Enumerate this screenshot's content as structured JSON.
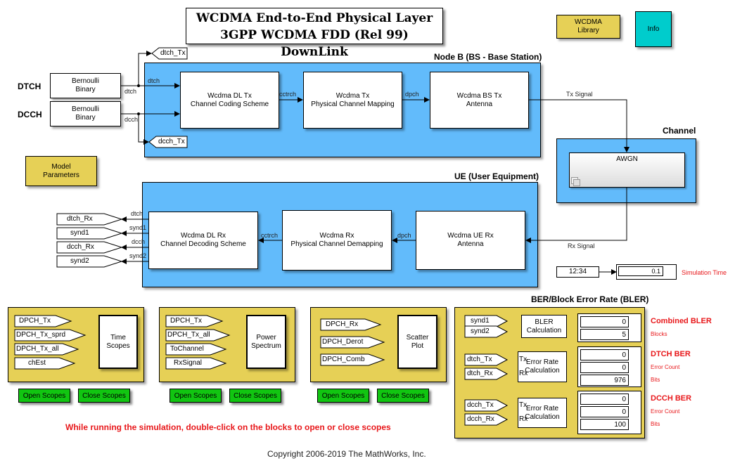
{
  "title": {
    "line1": "WCDMA End-to-End Physical Layer",
    "line2": "3GPP WCDMA FDD (Rel 99) DownLink"
  },
  "buttons": {
    "library": "WCDMA\nLibrary",
    "info": "Info",
    "model_params": "Model\nParameters"
  },
  "sources": {
    "dtch_label": "DTCH",
    "dcch_label": "DCCH",
    "dtch_block": "Bernoulli\nBinary",
    "dcch_block": "Bernoulli\nBinary",
    "dtch_sig": "dtch",
    "dcch_sig": "dcch"
  },
  "node_b": {
    "label": "Node B (BS - Base Station)",
    "in_dtch": "dtch",
    "tag_dtch_tx": "dtch_Tx",
    "tag_dcch_tx": "dcch_Tx",
    "block1": "Wcdma DL Tx\nChannel Coding Scheme",
    "block2": "Wcdma Tx\nPhysical Channel Mapping",
    "block3": "Wcdma BS Tx\nAntenna",
    "sig1": "cctrch",
    "sig2": "dpch",
    "tx_signal": "Tx Signal"
  },
  "channel": {
    "label": "Channel",
    "block": "AWGN",
    "rx_signal": "Rx Signal"
  },
  "ue": {
    "label": "UE (User Equipment)",
    "block1": "Wcdma DL Rx\nChannel Decoding Scheme",
    "block2": "Wcdma Rx\nPhysical Channel Demapping",
    "block3": "Wcdma UE Rx\nAntenna",
    "sig1": "cctrch",
    "sig2": "dpch",
    "outs": [
      {
        "sig": "dtch",
        "tag": "dtch_Rx"
      },
      {
        "sig": "synd1",
        "tag": "synd1"
      },
      {
        "sig": "dcch",
        "tag": "dcch_Rx"
      },
      {
        "sig": "synd2",
        "tag": "synd2"
      }
    ]
  },
  "sim_time": {
    "clock": "12:34",
    "value": "0.1",
    "label": "Simulation Time"
  },
  "scopes": {
    "time": {
      "block": "Time\nScopes",
      "inputs": [
        "DPCH_Tx",
        "DPCH_Tx_sprd",
        "DPCH_Tx_all",
        "chEst"
      ],
      "open": "Open Scopes",
      "close": "Close Scopes"
    },
    "power": {
      "block": "Power\nSpectrum",
      "inputs": [
        "DPCH_Tx",
        "DPCH_Tx_all",
        "ToChannel",
        "RxSignal"
      ],
      "open": "Open Scopes",
      "close": "Close Scopes"
    },
    "scatter": {
      "block": "Scatter\nPlot",
      "inputs": [
        "DPCH_Rx",
        "DPCH_Derot",
        "DPCH_Comb"
      ],
      "open": "Open Scopes",
      "close": "Close Scopes"
    }
  },
  "ber": {
    "label": "BER/Block Error Rate (BLER)",
    "bler": {
      "inputs": [
        "synd1",
        "synd2"
      ],
      "block": "BLER\nCalculation",
      "values": [
        "0",
        "5"
      ],
      "title": "Combined BLER",
      "sub": [
        "Blocks"
      ]
    },
    "dtch": {
      "inputs": [
        "dtch_Tx",
        "dtch_Rx"
      ],
      "ports": [
        "Tx",
        "Rx"
      ],
      "block": "Error Rate\nCalculation",
      "values": [
        "0",
        "0",
        "976"
      ],
      "title": "DTCH BER",
      "sub": [
        "Error Count",
        "Bits"
      ]
    },
    "dcch": {
      "inputs": [
        "dcch_Tx",
        "dcch_Rx"
      ],
      "ports": [
        "Tx",
        "Rx"
      ],
      "block": "Error Rate\nCalculation",
      "values": [
        "0",
        "0",
        "100"
      ],
      "title": "DCCH BER",
      "sub": [
        "Error Count",
        "Bits"
      ]
    }
  },
  "note": "While running the simulation, double-click on the blocks to open or close scopes",
  "copyright": "Copyright 2006-2019 The MathWorks, Inc.",
  "colors": {
    "subsystem": "#62bbfb",
    "annotation_yellow": "#e6d056",
    "info_cyan": "#00cccc",
    "button_green": "#11c511",
    "note_red": "#e8181b"
  }
}
